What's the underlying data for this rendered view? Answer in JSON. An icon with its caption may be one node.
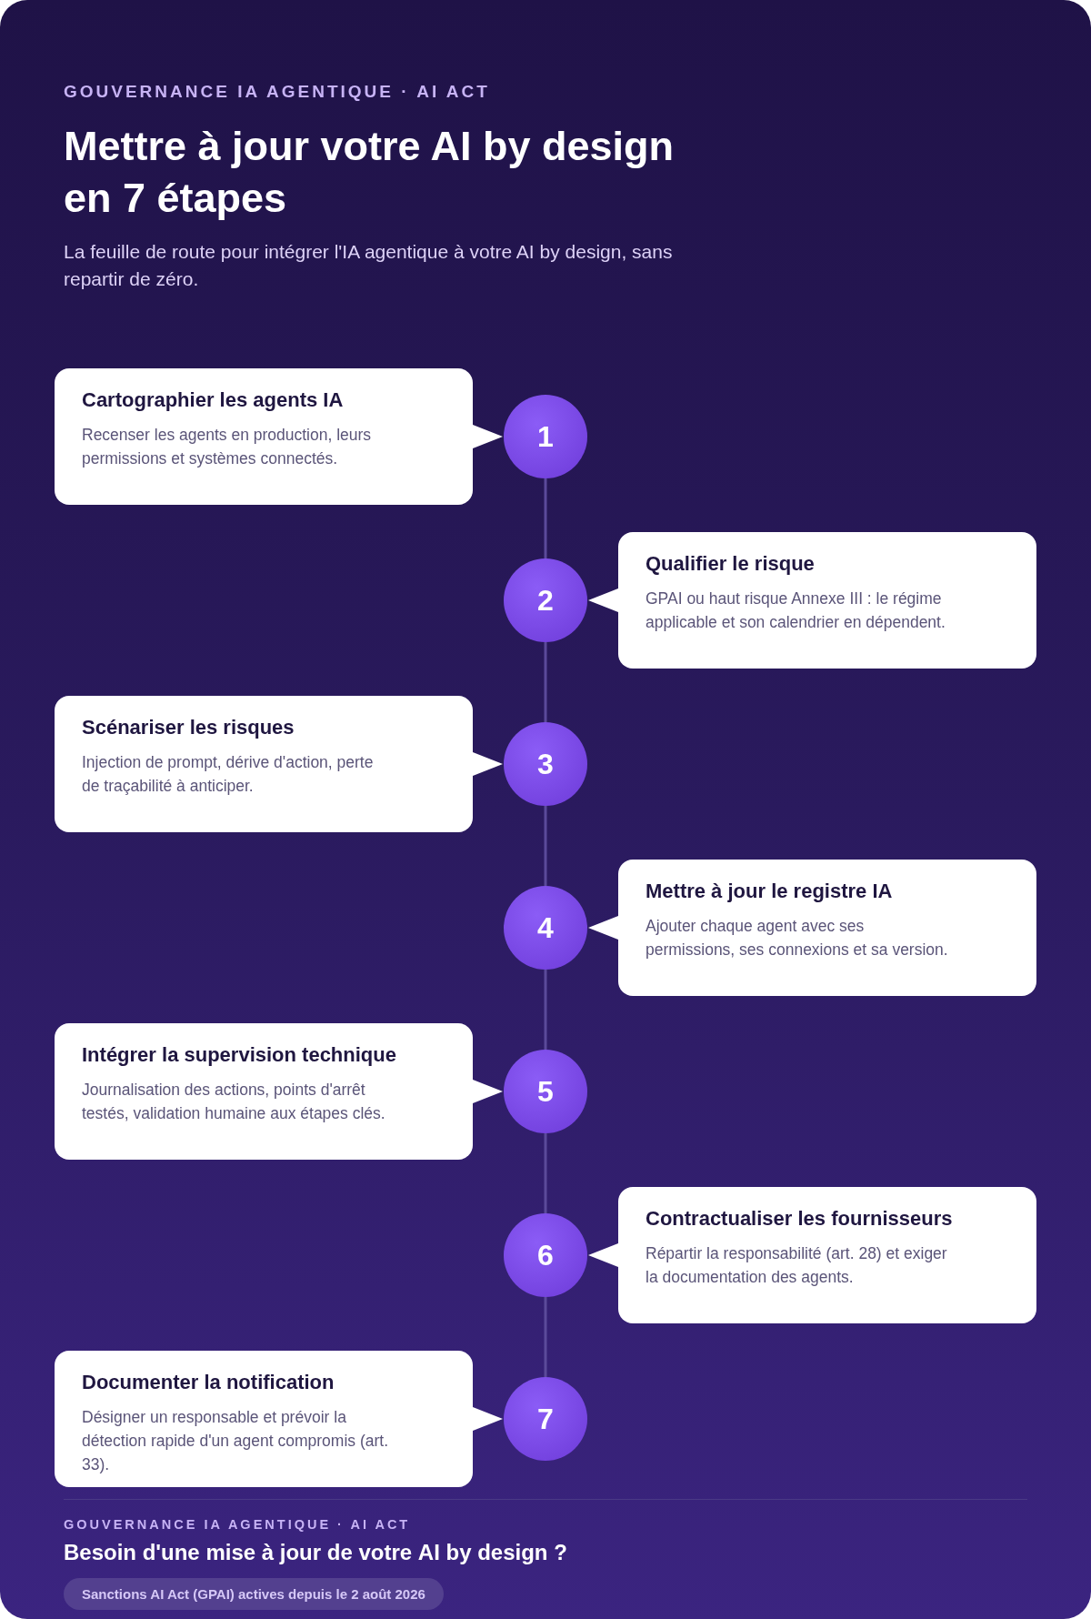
{
  "diagram": {
    "title": "Mettre à jour votre AI by design en **7 étapes**",
    "nodes": [
      {
        "text": [
          "Cartographier les agents IA",
          "Recenser les agents en production, leurs permissions et systèmes connectés."
        ]
      },
      {
        "text": [
          "1"
        ]
      },
      {
        "text": [
          "Qualifier le risque",
          "GPAI ou haut risque Annexe III : le régime applicable et son calendrier en dépendent."
        ]
      },
      {
        "text": [
          "2"
        ]
      },
      {
        "text": [
          "Scénariser les risques",
          "Injection de prompt, dérive d'action, perte de traçabilité à anticiper."
        ]
      },
      {
        "text": [
          "3"
        ]
      },
      {
        "text": [
          "Mettre à jour le registre IA",
          "Ajouter chaque agent avec ses permissions, ses connexions et sa version."
        ]
      },
      {
        "text": [
          "4"
        ]
      },
      {
        "text": [
          "Intégrer la supervision technique",
          "Journalisation des actions, points d'arrêt testés, validation humaine aux étapes clés."
        ]
      },
      {
        "text": [
          "5"
        ]
      },
      {
        "text": [
          "Contractualiser les fournisseurs",
          "Répartir la responsabilité (art. 28) et exiger la documentation des agents."
        ]
      },
      {
        "text": [
          "6"
        ]
      },
      {
        "text": [
          "Documenter la notification",
          "Désigner un responsable et prévoir la détection rapide d'un agent compromis (art. 33)."
        ]
      },
      {
        "text": [
          "7"
        ]
      }
    ],
    "edges": [
      {
        "from": 0,
        "to": 1,
        "arrow": "to"
      },
      {
        "from": 1,
        "to": 3,
        "arrow": "none"
      },
      {
        "from": 2,
        "to": 3,
        "arrow": "to"
      },
      {
        "from": 3,
        "to": 5,
        "arrow": "none"
      },
      {
        "from": 4,
        "to": 5,
        "arrow": "to"
      },
      {
        "from": 5,
        "to": 7,
        "arrow": "none"
      },
      {
        "from": 6,
        "to": 7,
        "arrow": "to"
      },
      {
        "from": 7,
        "to": 9,
        "arrow": "none"
      },
      {
        "from": 8,
        "to": 9,
        "arrow": "to"
      },
      {
        "from": 9,
        "to": 11,
        "arrow": "none"
      },
      {
        "from": 10,
        "to": 11,
        "arrow": "to"
      },
      {
        "from": 11,
        "to": 13,
        "arrow": "none"
      },
      {
        "from": 12,
        "to": 13,
        "arrow": "to"
      }
    ],
    "labels": [
      "GOUVERNANCE IA AGENTIQUE · AI ACT",
      "La feuille de route pour intégrer l'IA agentique à votre AI by design, sans repartir de zéro.",
      "GOUVERNANCE IA AGENTIQUE · AI ACT",
      "Besoin d'une mise à jour de votre **AI by design** ?",
      "Sanctions AI Act (GPAI) actives depuis le 2 août 2026"
    ]
  }
}
